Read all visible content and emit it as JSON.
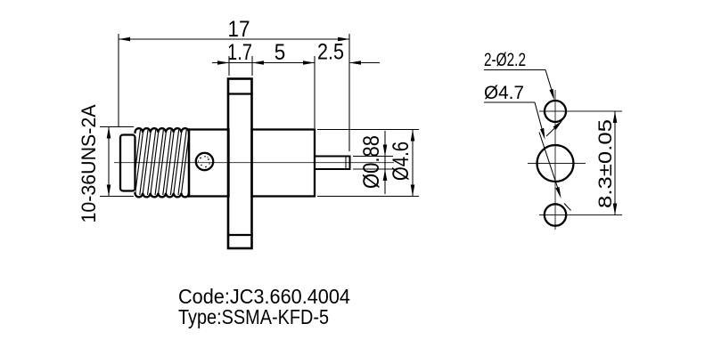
{
  "drawing_labels": {
    "overall_length": "17",
    "flange_thickness": "1.7",
    "body_length": "5",
    "pin_length": "2.5",
    "thread_spec": "10-36UNS-2A",
    "pin_diameter": "Ø0.88",
    "body_diameter": "Ø4.6",
    "hole_pattern": "2-Ø2.2",
    "center_hole_diameter": "Ø4.7",
    "hole_spacing": "8.3±0.05",
    "code_line": "Code:JC3.660.4004",
    "type_line": "Type:SSMA-KFD-5"
  },
  "colors": {
    "line": "#000000",
    "background": "#ffffff"
  }
}
